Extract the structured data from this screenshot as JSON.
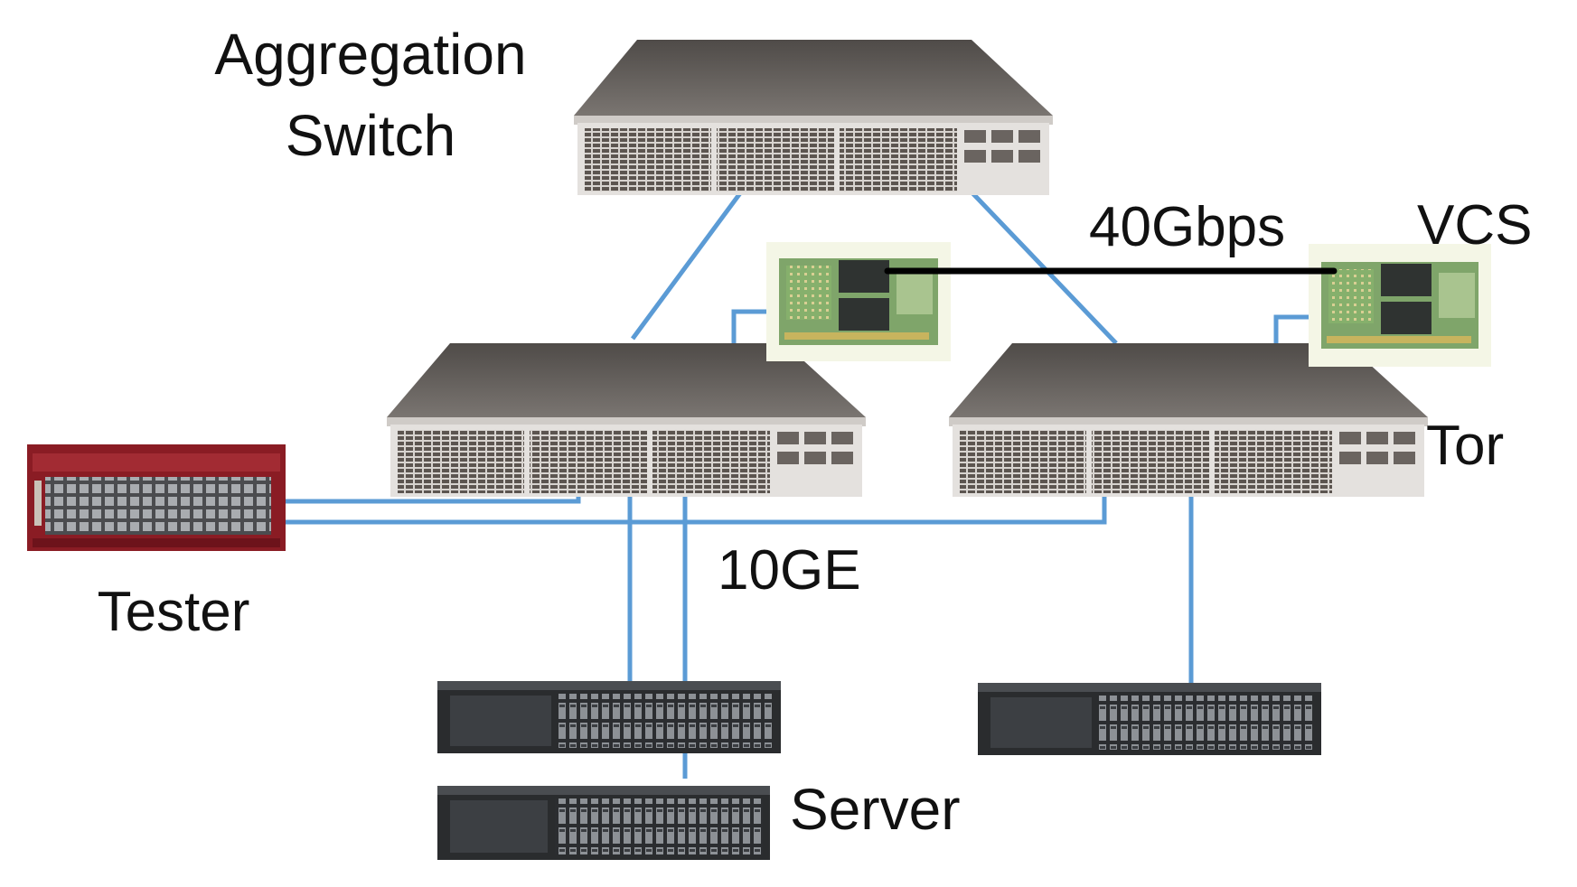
{
  "labels": {
    "aggregation_line1": "Aggregation",
    "aggregation_line2": "Switch",
    "link_40g": "40Gbps",
    "vcs": "VCS",
    "tor": "Tor",
    "link_10ge": "10GE",
    "tester": "Tester",
    "server": "Server"
  },
  "colors": {
    "link_blue": "#5b9bd5",
    "link_black": "#000000",
    "switch_body": "#5e5a57",
    "tester_red": "#8a1c24",
    "nic_green": "#6c9a5a",
    "server_dark": "#2a2c2e"
  },
  "icons": {
    "switch": "network-switch-icon",
    "nic": "network-card-icon",
    "tester": "traffic-tester-icon",
    "server": "rack-server-icon"
  }
}
